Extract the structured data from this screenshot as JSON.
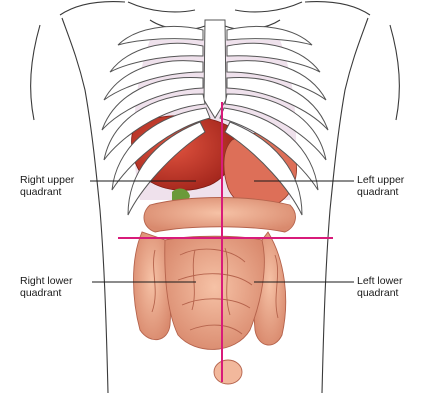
{
  "labels": {
    "right_upper": {
      "line1": "Right upper",
      "line2": "quadrant"
    },
    "left_upper": {
      "line1": "Left upper",
      "line2": "quadrant"
    },
    "right_lower": {
      "line1": "Right lower",
      "line2": "quadrant"
    },
    "left_lower": {
      "line1": "Left lower",
      "line2": "quadrant"
    }
  },
  "colors": {
    "divider_lines": "#d81b7a",
    "outline": "#3a3a3a",
    "rib": "#ffffff",
    "rib_shadow": "#c9c4cc",
    "intercostal": "#e9d8e6",
    "liver": "#c23a2e",
    "stomach": "#d96a55",
    "intestine": "#eaa58a",
    "intestine_shadow": "#c87560",
    "leader_line": "#1a1a1a"
  }
}
